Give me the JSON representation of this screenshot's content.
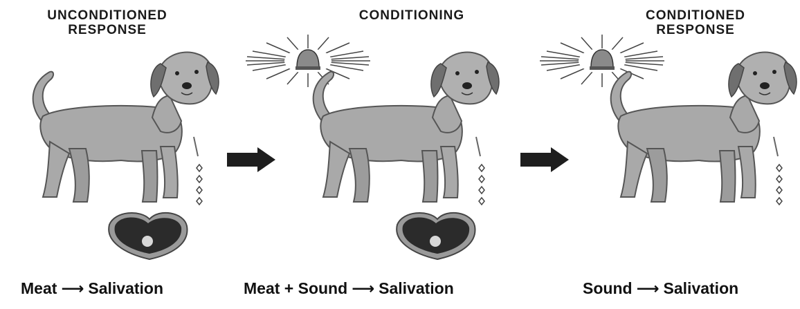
{
  "panels": [
    {
      "title_line1": "UNCONDITIONED",
      "title_line2": "RESPONSE",
      "caption_left": "Meat",
      "caption_arrow": "⟶",
      "caption_right": "Salivation"
    },
    {
      "title_line1": "CONDITIONING",
      "title_line2": "",
      "caption_left": "Meat + Sound",
      "caption_arrow": "⟶",
      "caption_right": "Salivation"
    },
    {
      "title_line1": "CONDITIONED",
      "title_line2": "RESPONSE",
      "caption_left": "Sound",
      "caption_arrow": "⟶",
      "caption_right": "Salivation"
    }
  ],
  "colors": {
    "dog_fill": "#a9a9a9",
    "dog_stroke": "#555555",
    "meat_dark": "#2b2b2b",
    "meat_rim": "#9a9a9a",
    "arrow": "#1e1e1e",
    "burst": "#444444"
  }
}
